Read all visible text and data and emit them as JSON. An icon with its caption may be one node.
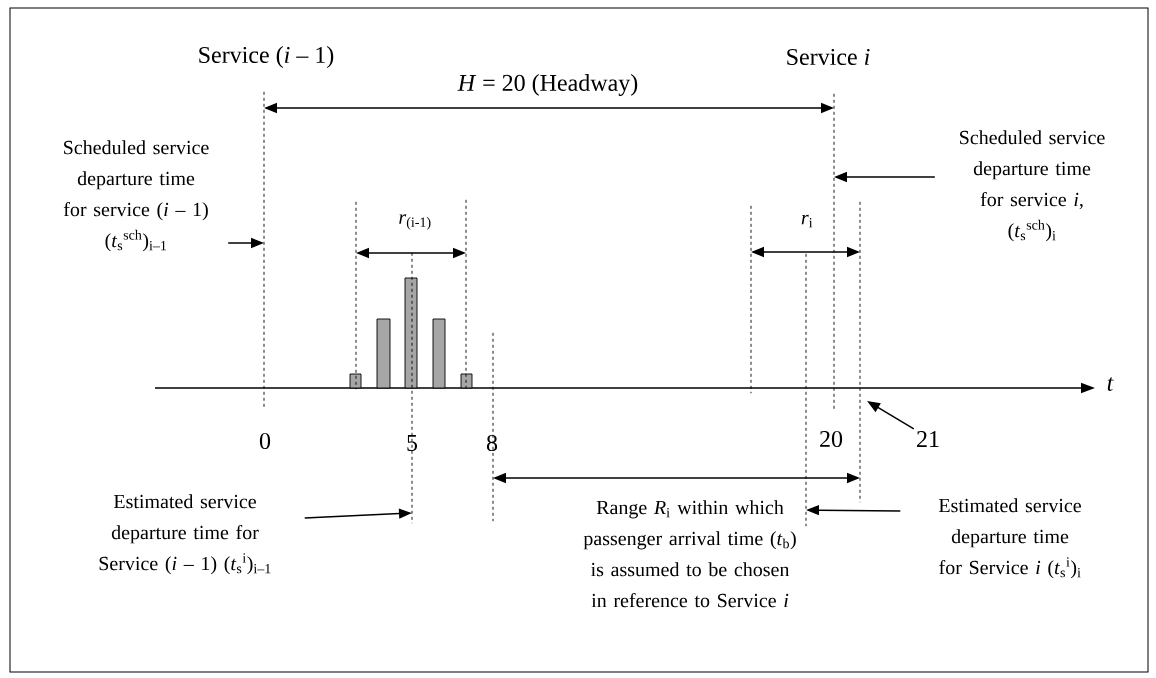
{
  "diagram": {
    "nodes": [
      {
        "text": [
          "Scheduled service departure time for service (*i* – 1)",
          "(*t*$_{s}$$^{sch}$)$_{i–1}$"
        ]
      },
      {
        "text": [],
        "shape": "line"
      },
      {
        "text": [
          "Scheduled service departure time for service *i*,",
          "(*t*$_{s}$$^{sch}$)$_{i}$"
        ]
      },
      {
        "text": [],
        "shape": "line"
      },
      {
        "text": [
          "Estimated service departure time for Service (*i* – 1) (*t*$_{s}$$^{i}$)$_{i–1}$"
        ]
      },
      {
        "text": [],
        "shape": "line"
      },
      {
        "text": [],
        "shape": "line"
      },
      {
        "text": [],
        "shape": "line"
      },
      {
        "text": [],
        "shape": "line"
      },
      {
        "text": [],
        "shape": "line"
      },
      {
        "text": [],
        "shape": "line"
      },
      {
        "text": [],
        "shape": "line"
      },
      {
        "text": [
          "Estimated service departure time for Service *i* (*t*$_{s}$$^{i}$)$_{i}$"
        ]
      },
      {
        "text": [
          "21"
        ]
      }
    ],
    "edges": [
      {
        "from": 0,
        "to": 1,
        "arrow": "to"
      },
      {
        "from": 2,
        "to": 3,
        "arrow": "to"
      },
      {
        "from": 4,
        "to": 5,
        "arrow": "to"
      },
      {
        "from": 12,
        "to": 10,
        "arrow": "to"
      },
      {
        "from": 13,
        "to": 11,
        "arrow": "to"
      },
      {
        "from": 1,
        "to": 3,
        "arrow": "both",
        "label": "*H* = 20 (Headway)"
      },
      {
        "from": 6,
        "to": 7,
        "arrow": "both",
        "label": "*r*$_{(i-1)}$"
      },
      {
        "from": 9,
        "to": 11,
        "arrow": "both",
        "label": "*r*$_{i}$"
      },
      {
        "from": 8,
        "to": 11,
        "arrow": "both"
      }
    ],
    "labels": [
      "Service (*i* – 1)",
      "Service *i*",
      "0",
      "5",
      "8",
      "20",
      "t",
      "Range *R*$_{i}$ within which passenger arrival time (*t*$_{b}$) is assumed to be chosen in reference to Service *i*"
    ]
  }
}
